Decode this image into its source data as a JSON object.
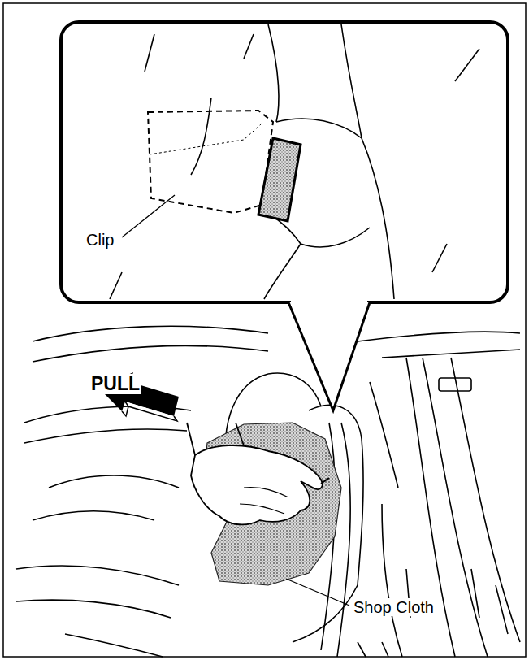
{
  "diagram": {
    "labels": [
      "Clip",
      "PULL",
      "Shop Cloth"
    ]
  }
}
